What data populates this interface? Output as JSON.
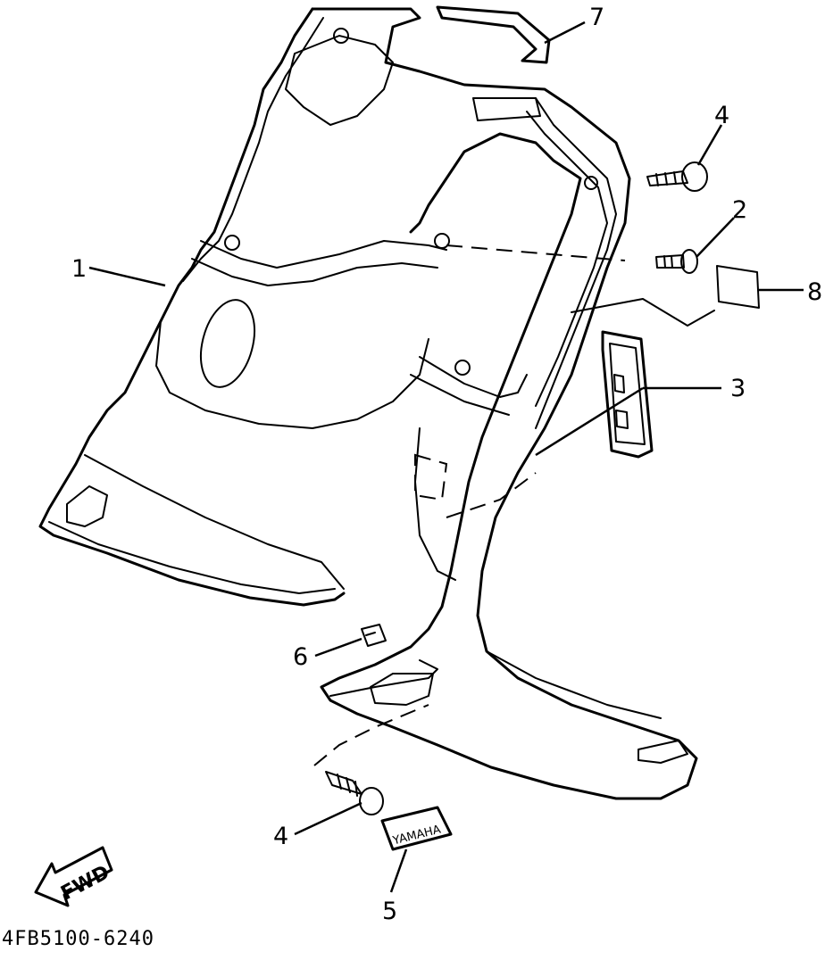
{
  "diagram": {
    "callouts": [
      {
        "id": "1",
        "label": "1"
      },
      {
        "id": "2",
        "label": "2"
      },
      {
        "id": "3",
        "label": "3"
      },
      {
        "id": "4a",
        "label": "4"
      },
      {
        "id": "4b",
        "label": "4"
      },
      {
        "id": "5",
        "label": "5"
      },
      {
        "id": "6",
        "label": "6"
      },
      {
        "id": "7",
        "label": "7"
      },
      {
        "id": "8",
        "label": "8"
      }
    ],
    "direction_label": "FWD",
    "emblem_text": "YAMAHA",
    "part_code": "4FB5100-6240"
  }
}
